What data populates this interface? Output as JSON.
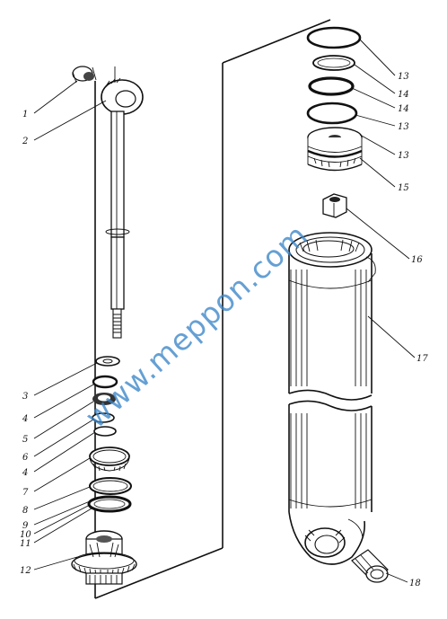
{
  "watermark": "www.meppon.com",
  "callouts": {
    "c1": "1",
    "c2": "2",
    "c3": "3",
    "c4a": "4",
    "c5": "5",
    "c6": "6",
    "c4b": "4",
    "c7": "7",
    "c8": "8",
    "c9": "9",
    "c10": "10",
    "c11": "11",
    "c12": "12",
    "c13a": "13",
    "c14a": "14",
    "c14b": "14",
    "c13b": "13",
    "c13c": "13",
    "c15": "15",
    "c16": "16",
    "c17": "17",
    "c18": "18"
  }
}
